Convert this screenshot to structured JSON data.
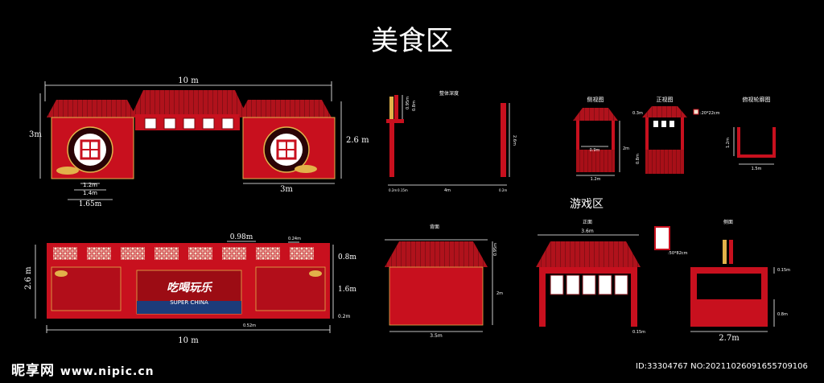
{
  "title": "美食区",
  "colors": {
    "background": "#000000",
    "wall_red": "#c8101e",
    "roof_red": "#b0121c",
    "dark_red": "#7a0a10",
    "gold": "#e2b24a",
    "white": "#ffffff"
  },
  "top_left": {
    "width_label": "10 m",
    "height_left": "3m",
    "height_right": "2.6 m",
    "circle_inner": "1.2m",
    "circle_mid": "1.4m",
    "circle_outer": "1.65m",
    "right_width": "3m"
  },
  "top_mid": {
    "title": "整体深度",
    "post_h": "0.95m",
    "post_label2": "0.8m",
    "total_h": "2.6m",
    "depth": "4m",
    "b1": "0.2m",
    "b2": "0.15m",
    "b3": "0.2m"
  },
  "top_right": {
    "side_title": "侧视图",
    "front_title": "正视图",
    "top_title": "俯视轮廓图",
    "legend_label": ":20*22cm",
    "roof_h": "0.3m",
    "side_inner": "0.9m",
    "side_w": "1.2m",
    "side_h": "2m",
    "front_low": "0.8m",
    "top_h": "1.2m",
    "top_w": "1.5m"
  },
  "game": {
    "title": "游戏区",
    "back_title": "背面",
    "front_title": "正面",
    "side_title": "侧面",
    "back_roof_h": "0.95m",
    "back_h": "2m",
    "back_w": "3.5m",
    "front_w": "3.6m",
    "front_post": "0.15m",
    "panel_label": ":50*82cm",
    "side_top": "0.15m",
    "side_mid": "0.8m",
    "side_w": "2.7m"
  },
  "bottom_wall": {
    "center_sign": "吃喝玩乐",
    "center_sub": "SUPER CHINA",
    "panel_w": "0.98m",
    "small_w": "0.24m",
    "h_top": "0.8m",
    "h_mid": "1.6m",
    "h_bot": "0.2m",
    "bottom_gap": "0.52m",
    "total_h": "2.6 m",
    "total_w": "10 m"
  },
  "watermark": {
    "site_cn": "昵享网",
    "site_url": "www.nipic.cn",
    "id_text": "ID:33304767 NO:20211026091655709106"
  }
}
